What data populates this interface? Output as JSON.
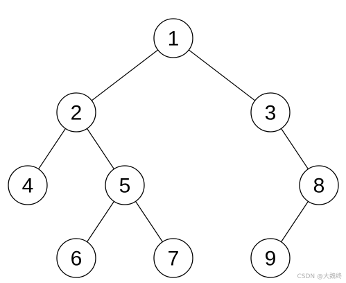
{
  "diagram": {
    "type": "binary-tree",
    "nodes": [
      {
        "id": "1",
        "label": "1"
      },
      {
        "id": "2",
        "label": "2"
      },
      {
        "id": "3",
        "label": "3"
      },
      {
        "id": "4",
        "label": "4"
      },
      {
        "id": "5",
        "label": "5"
      },
      {
        "id": "8",
        "label": "8"
      },
      {
        "id": "6",
        "label": "6"
      },
      {
        "id": "7",
        "label": "7"
      },
      {
        "id": "9",
        "label": "9"
      }
    ],
    "edges": [
      {
        "from": "1",
        "to": "2"
      },
      {
        "from": "1",
        "to": "3"
      },
      {
        "from": "2",
        "to": "4"
      },
      {
        "from": "2",
        "to": "5"
      },
      {
        "from": "3",
        "to": "8"
      },
      {
        "from": "5",
        "to": "6"
      },
      {
        "from": "5",
        "to": "7"
      },
      {
        "from": "8",
        "to": "9"
      }
    ]
  },
  "watermark": {
    "text": "CSDN @大魏终"
  },
  "colors": {
    "stroke": "#000000",
    "fill": "#ffffff",
    "watermark": "#b0b0b0"
  }
}
